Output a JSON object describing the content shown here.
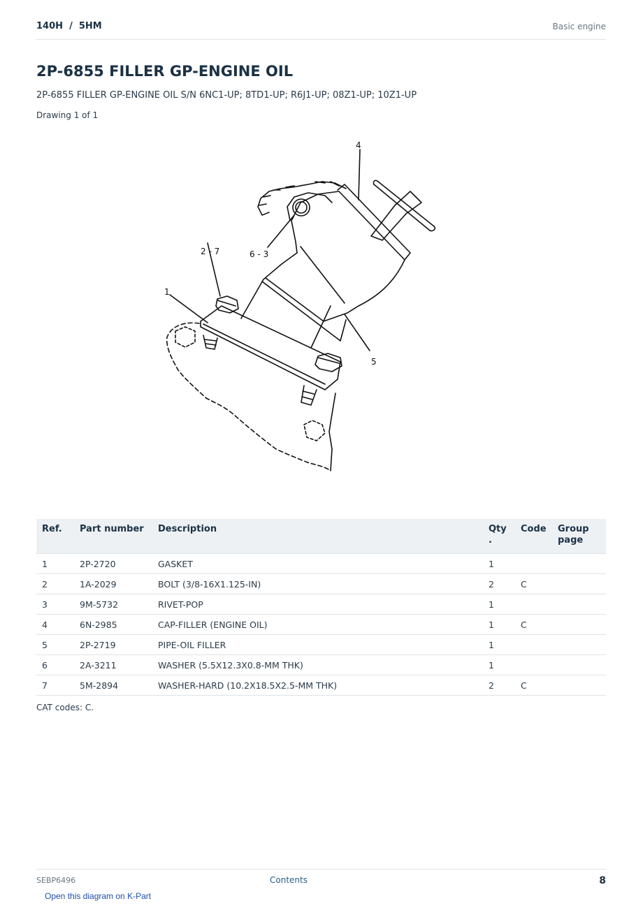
{
  "header": {
    "model": "140H  /  5HM",
    "section": "Basic engine"
  },
  "title": "2P-6855 FILLER GP-ENGINE OIL",
  "subtitle": "2P-6855 FILLER GP-ENGINE OIL S/N 6NC1-UP; 8TD1-UP; R6J1-UP; 08Z1-UP; 10Z1-UP",
  "drawing_label": "Drawing 1 of 1",
  "diagram": {
    "callouts": [
      "4",
      "2 - 7",
      "6 - 3",
      "1",
      "5"
    ]
  },
  "table": {
    "headers": [
      "Ref.",
      "Part number",
      "Description",
      "Qty\n.",
      "Code",
      "Group\npage"
    ],
    "rows": [
      [
        "1",
        "2P-2720",
        "GASKET",
        "1",
        "",
        ""
      ],
      [
        "2",
        "1A-2029",
        "BOLT (3/8-16X1.125-IN)",
        "2",
        "C",
        ""
      ],
      [
        "3",
        "9M-5732",
        "RIVET-POP",
        "1",
        "",
        ""
      ],
      [
        "4",
        "6N-2985",
        "CAP-FILLER (ENGINE OIL)",
        "1",
        "C",
        ""
      ],
      [
        "5",
        "2P-2719",
        "PIPE-OIL FILLER",
        "1",
        "",
        ""
      ],
      [
        "6",
        "2A-3211",
        "WASHER (5.5X12.3X0.8-MM THK)",
        "1",
        "",
        ""
      ],
      [
        "7",
        "5M-2894",
        "WASHER-HARD (10.2X18.5X2.5-MM THK)",
        "2",
        "C",
        ""
      ]
    ]
  },
  "cat_codes": "CAT codes: C.",
  "footer": {
    "doc": "SEBP6496",
    "contents_link": "Contents",
    "page": "8"
  },
  "kpart_link": "Open this diagram on K-Part"
}
